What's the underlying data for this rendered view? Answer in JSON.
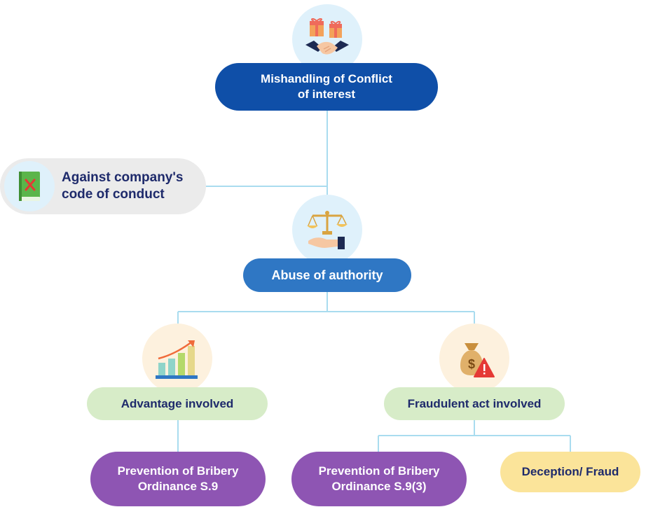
{
  "nodes": {
    "root": {
      "line1": "Mishandling of Conflict",
      "line2": "of interest",
      "icon": "gift-handshake-icon",
      "color": "#0f4fa8"
    },
    "side": {
      "line1": "Against company's",
      "line2": "code of conduct",
      "icon": "rule-book-icon",
      "color": "#ebebeb"
    },
    "abuse": {
      "label": "Abuse of authority",
      "icon": "scales-hand-icon",
      "color": "#2f77c4"
    },
    "advantage": {
      "label": "Advantage involved",
      "icon": "growth-chart-icon",
      "color": "#d7ecc8"
    },
    "fraudulent": {
      "label": "Fraudulent act involved",
      "icon": "money-bag-warning-icon",
      "color": "#d7ecc8"
    },
    "bribery1": {
      "line1": "Prevention of Bribery",
      "line2": "Ordinance S.9",
      "color": "#8e55b3"
    },
    "bribery2": {
      "line1": "Prevention of Bribery",
      "line2": "Ordinance S.9(3)",
      "color": "#8e55b3"
    },
    "deception": {
      "label": "Deception/ Fraud",
      "color": "#fbe49a"
    }
  },
  "colors": {
    "connector": "#a9dcef",
    "icon_bg_blue": "#dff1fb",
    "icon_bg_cream": "#fdf1de"
  }
}
